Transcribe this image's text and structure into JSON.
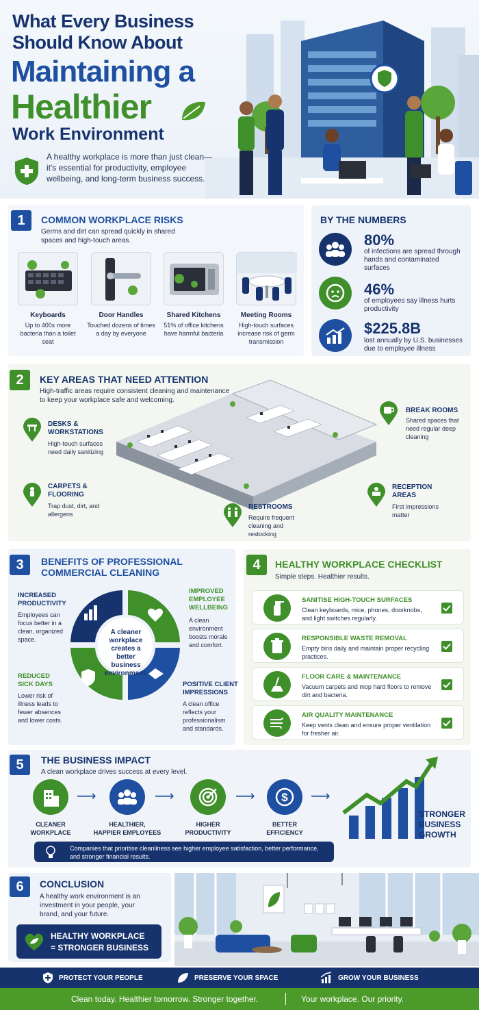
{
  "hero": {
    "line1": "What Every Business",
    "line2": "Should Know About",
    "line3": "Maintaining a",
    "line4": "Healthier",
    "line5": "Work Environment",
    "intro": "A healthy workplace is more than just clean—it's essential for productivity, employee wellbeing, and long-term business success."
  },
  "risks": {
    "number": "1",
    "title": "COMMON WORKPLACE RISKS",
    "subtitle": "Germs and dirt can spread quickly in shared spaces and high-touch areas.",
    "items": [
      {
        "title": "Keyboards",
        "desc": "Up to 400x more bacteria than a toilet seat"
      },
      {
        "title": "Door Handles",
        "desc": "Touched dozens of times a day by everyone"
      },
      {
        "title": "Shared Kitchens",
        "desc": "51% of office kitchens have harmful bacteria"
      },
      {
        "title": "Meeting Rooms",
        "desc": "High-touch surfaces increase risk of germ transmission"
      }
    ]
  },
  "numbers": {
    "title": "BY THE NUMBERS",
    "items": [
      {
        "value": "80%",
        "desc": "of infections are spread through hands and contaminated surfaces"
      },
      {
        "value": "46%",
        "desc": "of employees say illness hurts productivity"
      },
      {
        "value": "$225.8B",
        "desc": "lost annually by U.S. businesses due to employee illness"
      }
    ]
  },
  "areas": {
    "number": "2",
    "title": "KEY AREAS THAT NEED ATTENTION",
    "subtitle": "High-traffic areas require consistent cleaning and maintenance to keep your workplace safe and welcoming.",
    "desks": {
      "title1": "DESKS &",
      "title2": "WORKSTATIONS",
      "desc": "High-touch surfaces need daily sanitizing"
    },
    "carpets": {
      "title1": "CARPETS &",
      "title2": "FLOORING",
      "desc": "Trap dust, dirt, and allergens"
    },
    "restrooms": {
      "title": "RESTROOMS",
      "desc": "Require frequent cleaning and restocking"
    },
    "break": {
      "title": "BREAK ROOMS",
      "desc": "Shared spaces that need regular deep cleaning"
    },
    "reception": {
      "title1": "RECEPTION",
      "title2": "AREAS",
      "desc": "First impressions matter"
    }
  },
  "benefits": {
    "number": "3",
    "title1": "BENEFITS OF PROFESSIONAL",
    "title2": "COMMERCIAL CLEANING",
    "center": "A cleaner workplace creates a better business environment.",
    "productivity": {
      "title1": "INCREASED",
      "title2": "PRODUCTIVITY",
      "desc": "Employees can focus better in a clean, organized space."
    },
    "wellbeing": {
      "title1": "IMPROVED",
      "title2": "EMPLOYEE",
      "title3": "WELLBEING",
      "desc": "A clean environment boosts morale and comfort."
    },
    "sick": {
      "title1": "REDUCED",
      "title2": "SICK DAYS",
      "desc": "Lower risk of illness leads to fewer absences and lower costs."
    },
    "client": {
      "title1": "POSITIVE CLIENT",
      "title2": "IMPRESSIONS",
      "desc": "A clean office reflects your professionalism and standards."
    }
  },
  "checklist": {
    "number": "4",
    "title": "HEALTHY WORKPLACE CHECKLIST",
    "subtitle": "Simple steps. Healthier results.",
    "items": [
      {
        "title": "SANITISE HIGH-TOUCH SURFACES",
        "desc": "Clean keyboards, mice, phones, doorknobs, and light switches regularly."
      },
      {
        "title": "RESPONSIBLE WASTE REMOVAL",
        "desc": "Empty bins daily and maintain proper recycling practices."
      },
      {
        "title": "FLOOR CARE & MAINTENANCE",
        "desc": "Vacuum carpets and mop hard floors to remove dirt and bacteria."
      },
      {
        "title": "AIR QUALITY MAINTENANCE",
        "desc": "Keep vents clean and ensure proper ventilation for fresher air."
      }
    ]
  },
  "impact": {
    "number": "5",
    "title": "THE BUSINESS IMPACT",
    "subtitle": "A clean workplace drives success at every level.",
    "steps": [
      {
        "line1": "CLEANER",
        "line2": "WORKPLACE"
      },
      {
        "line1": "HEALTHIER,",
        "line2": "HAPPIER EMPLOYEES"
      },
      {
        "line1": "HIGHER",
        "line2": "PRODUCTIVITY"
      },
      {
        "line1": "BETTER",
        "line2": "EFFICIENCY"
      }
    ],
    "growth1": "STRONGER",
    "growth2": "BUSINESS",
    "growth3": "GROWTH",
    "note": "Companies that prioritise cleanliness see higher employee satisfaction, better performance, and stronger financial results."
  },
  "conclusion": {
    "number": "6",
    "title": "CONCLUSION",
    "text": "A healthy work environment is an investment in your people, your brand, and your future.",
    "badge1": "HEALTHY WORKPLACE",
    "badge2": "= STRONGER BUSINESS"
  },
  "footer": {
    "items": [
      "PROTECT YOUR PEOPLE",
      "PRESERVE YOUR SPACE",
      "GROW YOUR BUSINESS"
    ],
    "tagline": "Clean today. Healthier tomorrow. Stronger together.",
    "priority": "Your workplace. Our priority."
  }
}
